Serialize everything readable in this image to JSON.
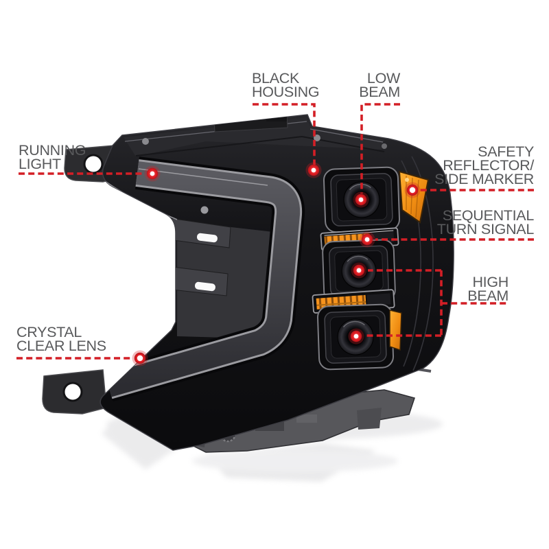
{
  "image_type": "annotated-product-diagram",
  "subject": "black-projector-headlight-assembly",
  "colors": {
    "background": "#ffffff",
    "label_text": "#58595b",
    "callout_line_red": "#d31f26",
    "marker_center": "#ffffff",
    "amber_reflector": "#f7941d",
    "housing_black": "#121214"
  },
  "marker_icon": "red-target-dot",
  "callouts": {
    "black_housing": {
      "lines": [
        "BLACK",
        "HOUSING"
      ]
    },
    "low_beam": {
      "lines": [
        "LOW",
        "BEAM"
      ]
    },
    "running_light": {
      "lines": [
        "RUNNING",
        "LIGHT"
      ]
    },
    "safety_reflector": {
      "lines": [
        "SAFETY",
        "REFLECTOR/",
        "SIDE MARKER"
      ]
    },
    "sequential_turn_signal": {
      "lines": [
        "SEQUENTIAL",
        "TURN SIGNAL"
      ]
    },
    "high_beam": {
      "lines": [
        "HIGH",
        "BEAM"
      ]
    },
    "crystal_clear_lens": {
      "lines": [
        "CRYSTAL",
        "CLEAR LENS"
      ]
    }
  }
}
